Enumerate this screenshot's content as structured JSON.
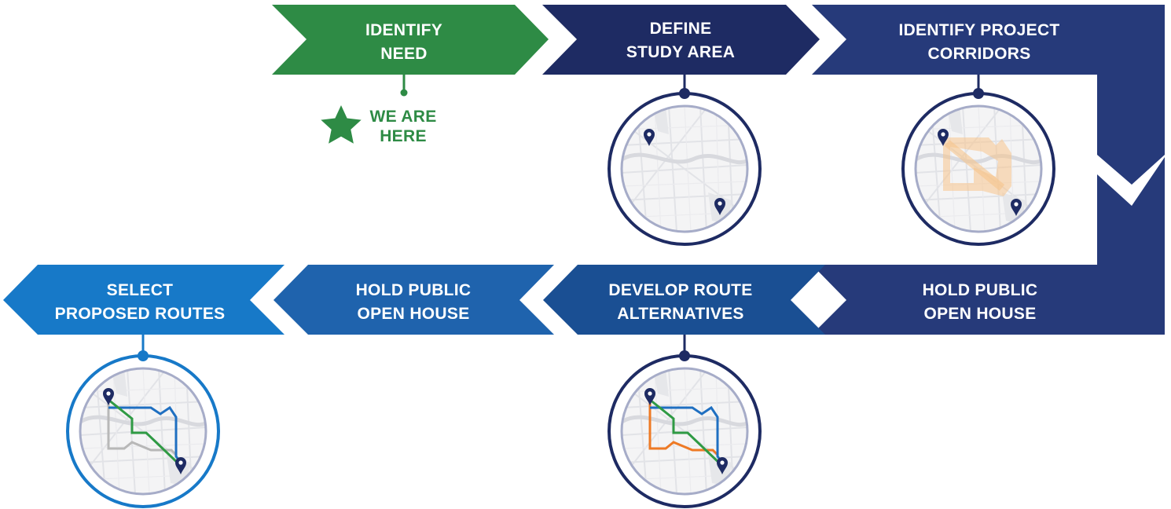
{
  "colors": {
    "green": "#2e8b45",
    "navy": "#1e2b63",
    "navy_mid": "#263a7a",
    "blue_dark": "#1a4f93",
    "blue_mid": "#1f63ad",
    "blue_light": "#1779c8",
    "ring_gray": "#a6acc8",
    "pin": "#1e2b63",
    "corridor": "#f7c48c",
    "route_green": "#2f9a44",
    "route_blue": "#1f6fc1",
    "route_orange": "#ee7a25",
    "route_gray": "#b8b8b8"
  },
  "steps": [
    {
      "line1": "IDENTIFY",
      "line2": "NEED"
    },
    {
      "line1": "DEFINE",
      "line2": "STUDY AREA"
    },
    {
      "line1": "IDENTIFY PROJECT",
      "line2": "CORRIDORS"
    },
    {
      "line1": "HOLD PUBLIC",
      "line2": "OPEN HOUSE"
    },
    {
      "line1": "DEVELOP ROUTE",
      "line2": "ALTERNATIVES"
    },
    {
      "line1": "HOLD PUBLIC",
      "line2": "OPEN HOUSE"
    },
    {
      "line1": "SELECT",
      "line2": "PROPOSED ROUTES"
    }
  ],
  "marker": {
    "icon": "star-icon",
    "line1": "WE ARE",
    "line2": "HERE"
  },
  "maps": [
    {
      "step": "DEFINE STUDY AREA",
      "content": "study-area-map"
    },
    {
      "step": "IDENTIFY PROJECT CORRIDORS",
      "content": "corridor-map"
    },
    {
      "step": "DEVELOP ROUTE ALTERNATIVES",
      "content": "route-alternatives-map"
    },
    {
      "step": "SELECT PROPOSED ROUTES",
      "content": "proposed-routes-map"
    }
  ]
}
